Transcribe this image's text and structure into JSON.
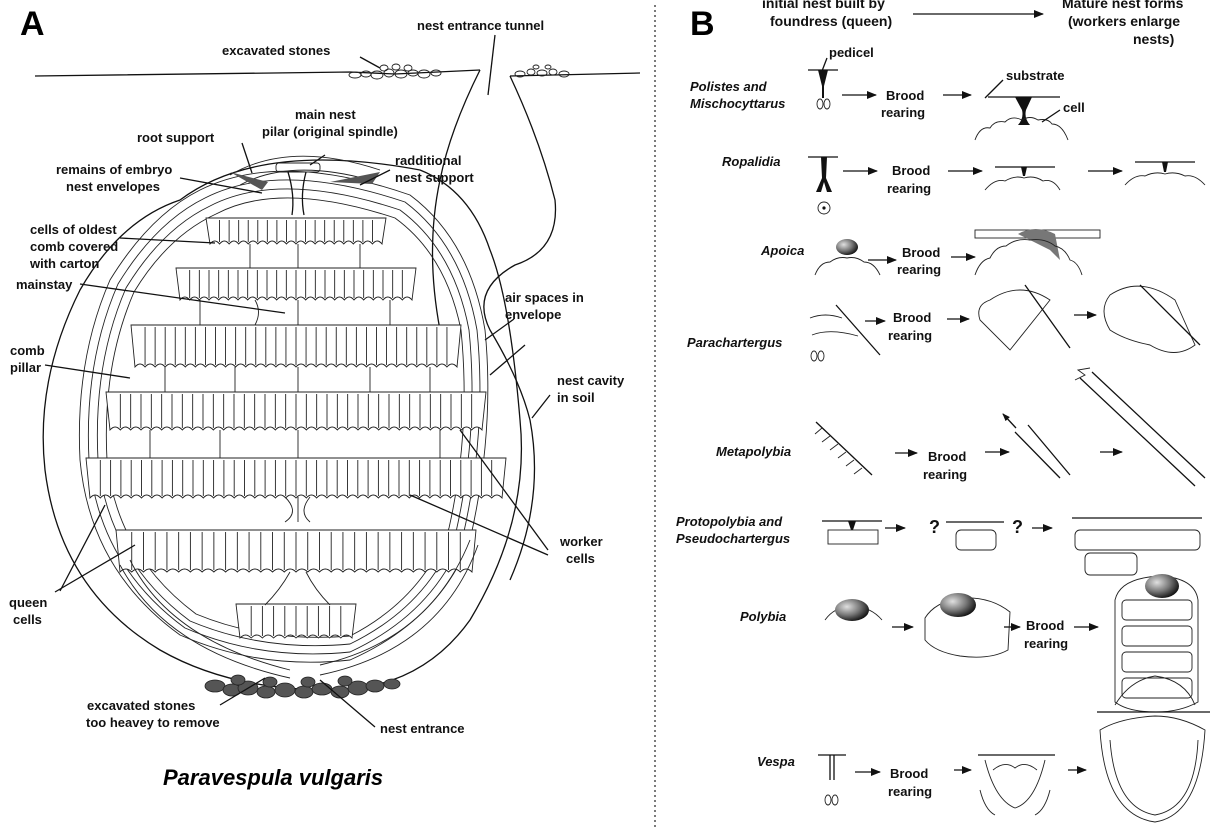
{
  "panel_a": {
    "letter": "A",
    "species": "Paravespula vulgaris",
    "labels": {
      "excavated_stones": "excavated stones",
      "nest_entrance_tunnel": "nest entrance tunnel",
      "main_nest_pilar_1": "main nest",
      "main_nest_pilar_2": "pilar (original spindle)",
      "root_support": "root support",
      "remains_1": "remains of embryo",
      "remains_2": "nest envelopes",
      "radditional_1": "radditional",
      "radditional_2": "nest support",
      "oldest_1": "cells of oldest",
      "oldest_2": "comb covered",
      "oldest_3": "with carton",
      "mainstay": "mainstay",
      "air_1": "air spaces in",
      "air_2": "envelope",
      "comb_1": "comb",
      "comb_2": "pillar",
      "cavity_1": "nest cavity",
      "cavity_2": "in soil",
      "worker_1": "worker",
      "worker_2": "cells",
      "queen_1": "queen",
      "queen_2": "cells",
      "heavy_1": "excavated stones",
      "heavy_2": "too heavey to remove",
      "nest_entrance": "nest entrance"
    }
  },
  "panel_b": {
    "letter": "B",
    "header_left_1": "initial nest built by",
    "header_left_2": "foundress (queen)",
    "header_right_1": "Mature nest forms",
    "header_right_2": "(workers enlarge",
    "header_right_3": "nests)",
    "pedicel": "pedicel",
    "substrate": "substrate",
    "cell": "cell",
    "brood": "Brood",
    "rearing": "rearing",
    "question": "?",
    "taxa": [
      {
        "line1": "Polistes and",
        "line2": "Mischocyttarus"
      },
      {
        "line1": "Ropalidia",
        "line2": ""
      },
      {
        "line1": "Apoica",
        "line2": ""
      },
      {
        "line1": "Parachartergus",
        "line2": ""
      },
      {
        "line1": "Metapolybia",
        "line2": ""
      },
      {
        "line1": "Protopolybia and",
        "line2": "Pseudochartergus"
      },
      {
        "line1": "Polybia",
        "line2": ""
      },
      {
        "line1": "Vespa",
        "line2": ""
      }
    ]
  },
  "colors": {
    "ink": "#111111",
    "shade": "#666666",
    "paper": "#ffffff"
  }
}
